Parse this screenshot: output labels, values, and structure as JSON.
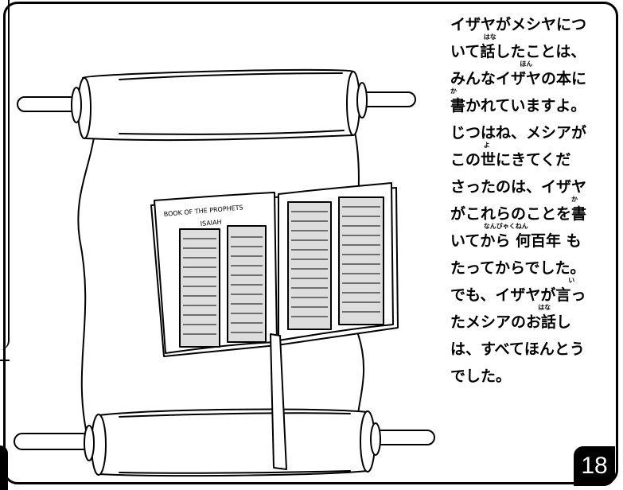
{
  "illustration": {
    "book_heading_line1": "BOOK OF THE PROPHETS",
    "book_heading_line2": "ISAIAH"
  },
  "text_lines": [
    {
      "text": "イザヤがメシヤにつ",
      "ruby": ""
    },
    {
      "text": "いて話したことは、",
      "ruby": "はな"
    },
    {
      "text": "みんなイザヤの本に",
      "ruby": "ほん"
    },
    {
      "text": "書かれていますよ。",
      "ruby": "か"
    },
    {
      "text": "じつはね、メシアが",
      "ruby": ""
    },
    {
      "text": "この世にきてくだ",
      "ruby": "よ"
    },
    {
      "text": "さったのは、イザヤ",
      "ruby": ""
    },
    {
      "text": "がこれらのことを書",
      "ruby": "か"
    },
    {
      "text": "いてから 何百年 も",
      "ruby": "なんびゃくねん"
    },
    {
      "text": "たってからでした。",
      "ruby": ""
    },
    {
      "text": "でも、イザヤが言っ",
      "ruby": "い"
    },
    {
      "text": "たメシアのお話し",
      "ruby": "はな"
    },
    {
      "text": "は、すべてほんとう",
      "ruby": ""
    },
    {
      "text": "でした。",
      "ruby": ""
    }
  ],
  "page_number": "18"
}
